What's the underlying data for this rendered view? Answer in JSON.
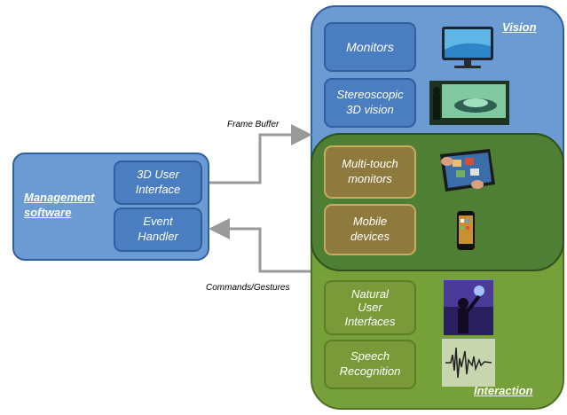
{
  "management": {
    "title": "Management\nsoftware",
    "components": [
      "3D User\nInterface",
      "Event\nHandler"
    ]
  },
  "vision": {
    "title": "Vision",
    "items": [
      "Monitors",
      "Stereoscopic\n3D vision"
    ]
  },
  "overlap": {
    "items": [
      "Multi-touch\nmonitors",
      "Mobile\ndevices"
    ]
  },
  "interaction": {
    "title": "Interaction",
    "items": [
      "Natural\nUser\nInterfaces",
      "Speech\nRecognition"
    ]
  },
  "edges": {
    "frame_buffer": "Frame Buffer",
    "commands": "Commands/Gestures"
  },
  "colors": {
    "management_bg": "#6b9bd2",
    "vision_bg": "#6b9bd2",
    "interaction_bg": "#76a03a",
    "overlap_bg": "#4e7f34",
    "arrow": "#9a9a9a"
  }
}
